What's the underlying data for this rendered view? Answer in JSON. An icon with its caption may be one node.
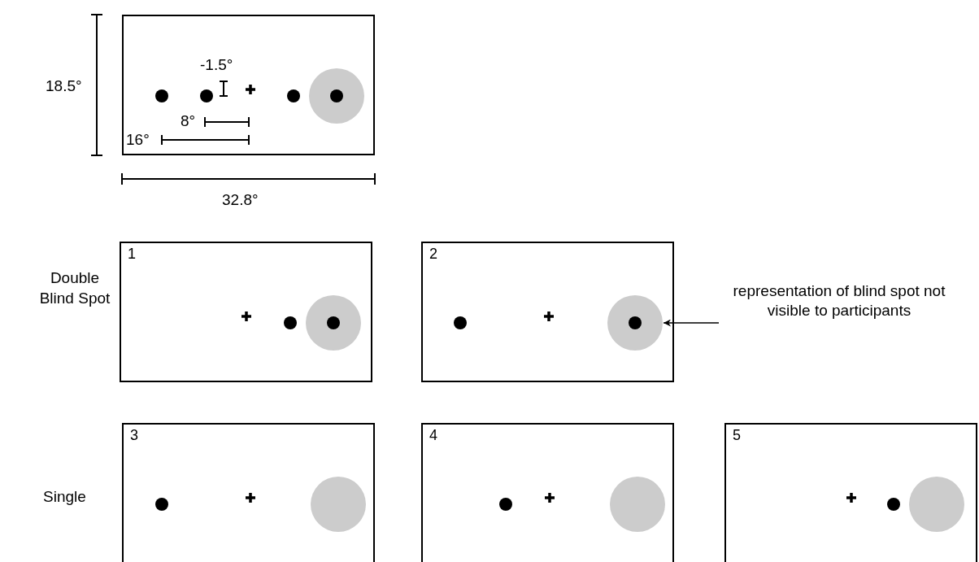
{
  "diagram": {
    "nodes": [
      {
        "text": [],
        "shape": "box"
      },
      {
        "text": [
          "1"
        ]
      },
      {
        "text": [
          "2"
        ]
      },
      {
        "text": [
          "3"
        ]
      },
      {
        "text": [
          "4"
        ]
      },
      {
        "text": [
          "5"
        ]
      },
      {
        "text": [],
        "shape": "circle",
        "in": 2
      },
      {
        "text": [
          "representation of blind spot not visible to participants"
        ]
      }
    ],
    "edges": [
      {
        "from": 7,
        "to": 6,
        "arrow": "to"
      }
    ],
    "labels": [
      "-1.5°",
      "8°",
      "16°",
      "18.5°",
      "32.8°",
      "Double Blind Spot",
      "Single"
    ]
  }
}
